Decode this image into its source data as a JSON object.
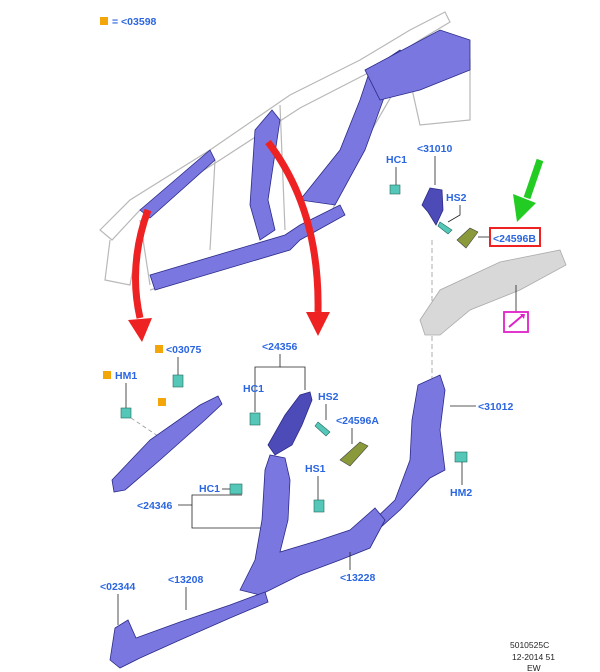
{
  "legend": {
    "swatch_color": "#f2a60a",
    "text": "= <03598"
  },
  "labels": {
    "l03075": "<03075",
    "hm1": "HM1",
    "l24356": "<24356",
    "hc1_mid": "HC1",
    "hs2_mid": "HS2",
    "l24596a": "<24596A",
    "l31010": "<31010",
    "hc1_top": "HC1",
    "hs2_top": "HS2",
    "l24596b": "<24596B",
    "l31012": "<31012",
    "hm2": "HM2",
    "l24346": "<24346",
    "hc1_low": "HC1",
    "hs1": "HS1",
    "l13228": "<13228",
    "l02344": "<02344",
    "l13208": "<13208"
  },
  "footer": {
    "line1": "5010525C",
    "line2": "12-2014 51",
    "line3": "EW"
  },
  "colors": {
    "part_blue": "#7a78e0",
    "part_blue_dark": "#4d4bb8",
    "clip_cyan": "#55c7b8",
    "pad_olive": "#8a9a3a",
    "arrow_red": "#ee2222",
    "arrow_green": "#22cc22",
    "highlight_box": "#ee2222",
    "magenta": "#e020c8",
    "body_gray": "#d8d8d8"
  },
  "icons": {
    "highlight_icon": "pencil-icon"
  }
}
